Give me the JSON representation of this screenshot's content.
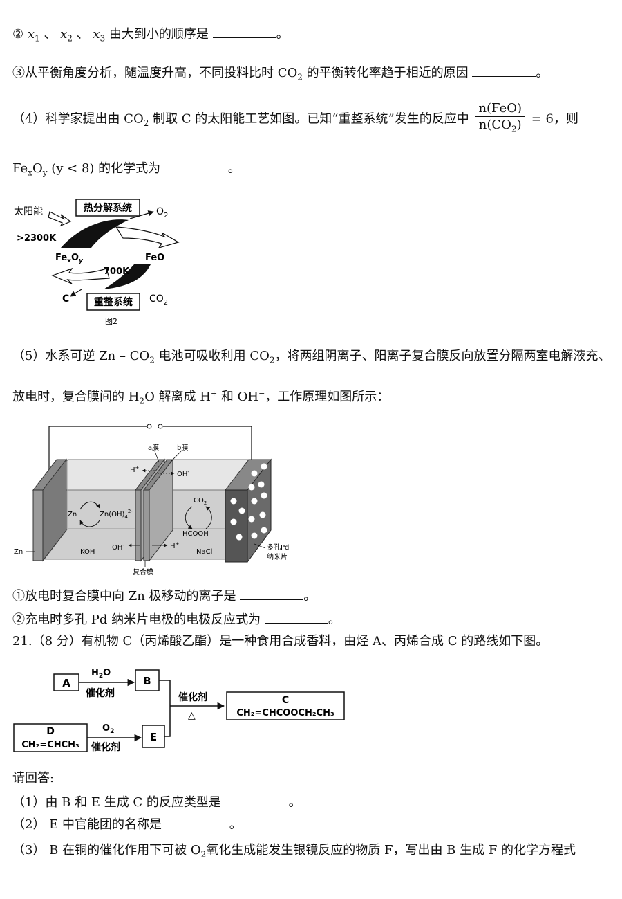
{
  "q_x_order": {
    "prefix": "②",
    "x1": "x",
    "s1": "1",
    "sep1": "、",
    "x2": "x",
    "s2": "2",
    "sep2": "、",
    "x3": "x",
    "s3": "3",
    "text": "由大到小的顺序是",
    "end": "。"
  },
  "q_equilibrium": {
    "text1": "③从平衡角度分析，随温度升高，不同投料比时 CO",
    "sub": "2",
    "text2": "的平衡转化率趋于相近的原因",
    "end": "。"
  },
  "q4": {
    "text1": "（4）科学家提出由 CO",
    "sub": "2",
    "text2": "制取 C 的太阳能工艺如图。已知“重整系统”发生的反应中",
    "num": "n(FeO)",
    "den_pre": "n(CO",
    "den_sub": "2",
    "den_post": ")",
    "eq": "= 6，则"
  },
  "q4b": {
    "fe": "Fe",
    "x": "x",
    "o": "O",
    "y": "y",
    "cond": "(y < 8) 的化学式为",
    "end": "。"
  },
  "diagram_solar": {
    "solar": "太阳能",
    "temp_high": ">2300K",
    "thermal": "热分解系统",
    "o2": "O",
    "o2_sub": "2",
    "feo_left_1": "Fe",
    "feo_left_x": "x",
    "feo_left_2": "O",
    "feo_left_y": "y",
    "temp_low": "700K",
    "feo_right": "FeO",
    "c": "C",
    "reform": "重整系统",
    "co2": "CO",
    "co2_sub": "2",
    "caption": "图2"
  },
  "q5": {
    "text1": "（5）水系可逆 Zn – CO",
    "sub": "2",
    "text2": "电池可吸收利用 CO",
    "sub2": "2",
    "text3": "，将两组阴离子、阳离子复合膜反向放置分隔两室电解液充、"
  },
  "q5b": {
    "text1": "放电时，复合膜间的 H",
    "sub": "2",
    "text2": "O 解离成 H",
    "sup1": "+",
    "text3": " 和 OH",
    "sup2": "−",
    "text4": "，工作原理如图所示："
  },
  "diagram_battery": {
    "a_mem": "a膜",
    "b_mem": "b膜",
    "h_top": "H",
    "h_top_sup": "+",
    "oh_top": "OH",
    "oh_top_sup": "-",
    "zn_inner": "Zn",
    "znoh": "Zn(OH)",
    "znoh_sub": "4",
    "znoh_sup": "2-",
    "co2": "CO",
    "co2_sub": "2",
    "hcooh": "HCOOH",
    "zn_label": "Zn",
    "koh": "KOH",
    "oh_bottom": "OH",
    "oh_bottom_sup": "-",
    "h_bottom": "H",
    "h_bottom_sup": "+",
    "nacl": "NaCl",
    "pd1": "多孔Pd",
    "pd2": "纳米片",
    "composite": "复合膜"
  },
  "q5_1": {
    "text": "①放电时复合膜中向 Zn 极移动的离子是",
    "end": "。"
  },
  "q5_2": {
    "text": "②充电时多孔 Pd 纳米片电极的电极反应式为",
    "end": "。"
  },
  "q21": {
    "text": "21.（8 分）有机物 C（丙烯酸乙酯）是一种食用合成香料，由烃 A、丙烯合成 C 的路线如下图。"
  },
  "diagram_route": {
    "a": "A",
    "h2o": "H",
    "h2o_sub": "2",
    "h2o_post": "O",
    "cat1": "催化剂",
    "b": "B",
    "cat2": "催化剂",
    "delta": "△",
    "c": "C",
    "c_formula": "CH₂=CHCOOCH₂CH₃",
    "d": "D",
    "d_formula": "CH₂=CHCH₃",
    "o2": "O",
    "o2_sub": "2",
    "cat3": "催化剂",
    "e": "E"
  },
  "answer_prompt": "请回答:",
  "q21_1": {
    "text": "（1）由 B 和 E 生成 C 的反应类型是",
    "end": "。"
  },
  "q21_2": {
    "text": "（2） E 中官能团的名称是",
    "end": "。"
  },
  "q21_3": {
    "text1": "（3） B 在铜的催化作用下可被 O",
    "sub": "2",
    "text2": "氧化生成能发生银镜反应的物质 F，写出由 B 生成 F 的化学方程式"
  }
}
